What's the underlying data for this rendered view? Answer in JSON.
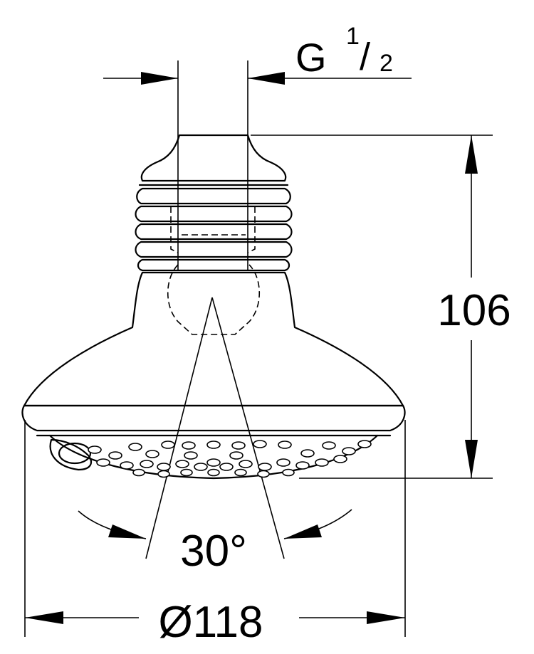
{
  "dimensions": {
    "thread": {
      "prefix": "G",
      "numerator": "1",
      "slash": "/",
      "denominator": "2"
    },
    "height": "106",
    "angle": "30°",
    "diameter": "Ø118"
  },
  "colors": {
    "ink": "#000000",
    "background": "#ffffff"
  }
}
